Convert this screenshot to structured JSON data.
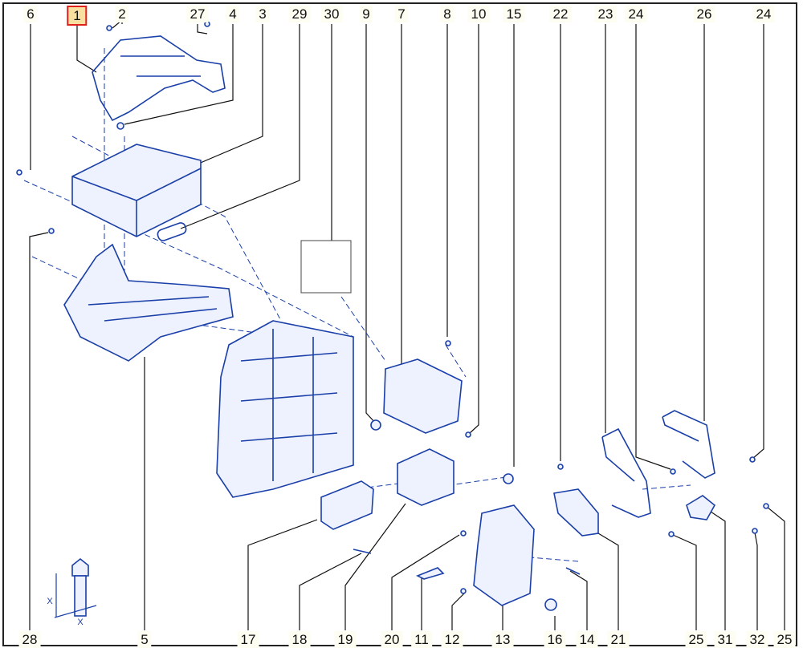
{
  "diagram": {
    "highlighted_label": "1",
    "accent_color": "#e0201b",
    "part_color": "#1a3fa8",
    "top_labels": [
      "6",
      "1",
      "2",
      "27",
      "4",
      "3",
      "29",
      "30",
      "9",
      "7",
      "8",
      "10",
      "15",
      "22",
      "23",
      "24",
      "26",
      "24"
    ],
    "bottom_labels": [
      "28",
      "5",
      "17",
      "18",
      "19",
      "20",
      "11",
      "12",
      "13",
      "16",
      "14",
      "21",
      "25",
      "31",
      "32",
      "25"
    ],
    "legend": {
      "dim_label_vertical": "X",
      "dim_label_horizontal": "X"
    }
  }
}
